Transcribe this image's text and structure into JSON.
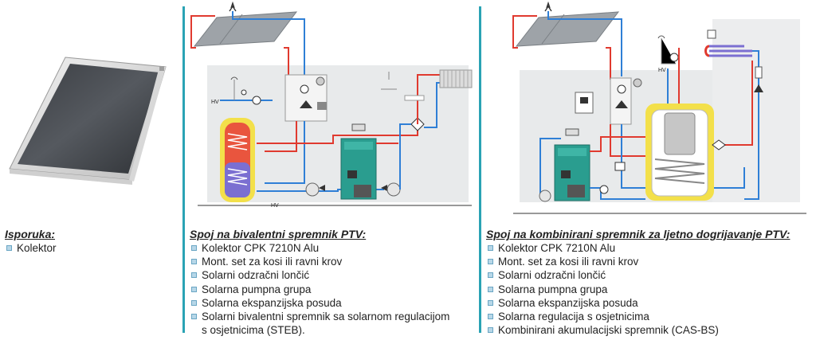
{
  "columns": [
    {
      "heading": "Isporuka:",
      "items": [
        "Kolektor"
      ]
    },
    {
      "heading": "Spoj na bivalentni spremnik PTV:",
      "items": [
        "Kolektor CPK 7210N Alu",
        "Mont. set za kosi ili ravni krov",
        "Solarni odzračni lončić",
        "Solarna pumpna grupa",
        "Solarna ekspanzijska posuda",
        "Solarni bivalentni spremnik sa solarnom regulacijom",
        "s osjetnicima (STEB)."
      ]
    },
    {
      "heading": "Spoj na kombinirani spremnik  za ljetno dogrijavanje PTV:",
      "items": [
        "Kolektor CPK 7210N Alu",
        "Mont. set za kosi ili ravni krov",
        "Solarni odzračni lončić",
        "Solarna pumpna grupa",
        "Solarna ekspanzijska posuda",
        "Solarna regulacija s osjetnicima",
        "Kombinirani akumulacijski spremnik (CAS-BS)"
      ]
    }
  ],
  "diagram_labels": {
    "hv_left": "HV",
    "hv_bottom": "HV",
    "hv_right": "HV"
  },
  "colors": {
    "accent": "#2aa3b4",
    "hot_pipe": "#e03a2f",
    "cold_pipe": "#2f7fd6",
    "boiler": "#2a9d8f",
    "tank_yellow": "#f3e04a"
  }
}
